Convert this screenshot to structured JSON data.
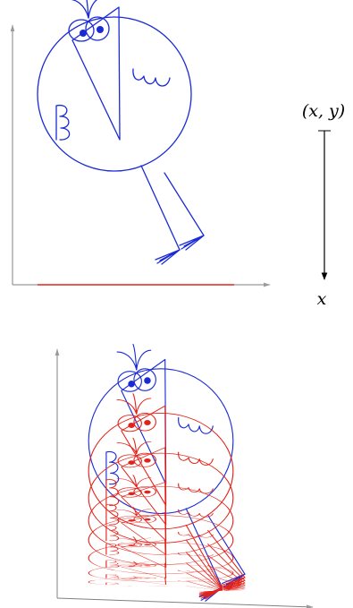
{
  "colors": {
    "blue": "#1a2bd6",
    "red": "#e2231a",
    "axis": "#808080",
    "text": "#000000"
  },
  "annotation": {
    "point_label": "(x, y)",
    "axis_label": "x"
  },
  "squash_steps": [
    1,
    0.8,
    0.62,
    0.47,
    0.34,
    0.22,
    0.12,
    0.06
  ]
}
